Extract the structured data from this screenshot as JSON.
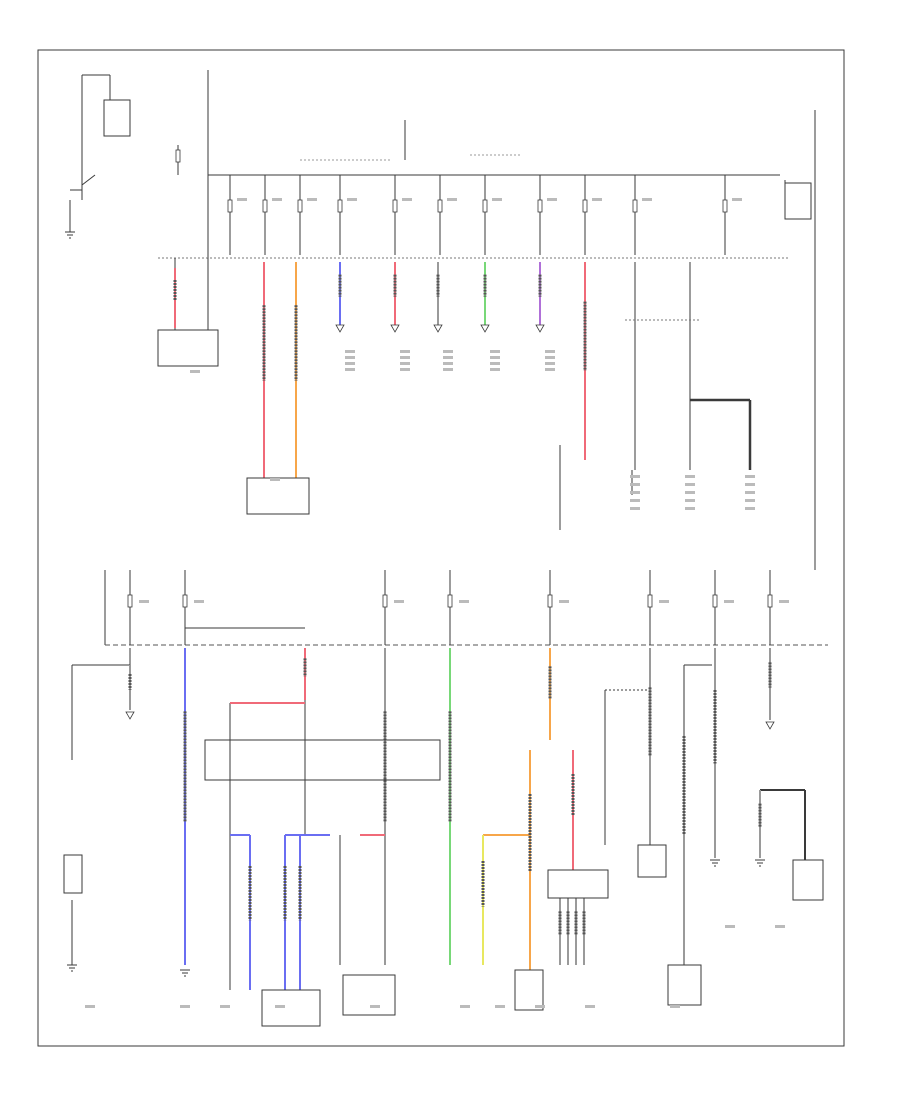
{
  "diagram": {
    "footer_code": "",
    "colors": {
      "line": "#3a3a3a",
      "wire_red": "#f06a78",
      "wire_orange": "#f7a64a",
      "wire_blue": "#6a6ef2",
      "wire_purple": "#b070d8",
      "wire_green": "#78d878",
      "wire_yellow": "#e8e860",
      "wire_gray": "#9a9a9a"
    },
    "components": [
      {
        "id": "battery",
        "label": ""
      },
      {
        "id": "starter-motor",
        "label": ""
      },
      {
        "id": "generator",
        "label": ""
      },
      {
        "id": "ipu-control-module",
        "label": ""
      },
      {
        "id": "fuse-relay-box",
        "label": ""
      },
      {
        "id": "relay-control-module",
        "label": ""
      },
      {
        "id": "junction-unit",
        "label": ""
      },
      {
        "id": "pgm-fi-main-relay",
        "label": ""
      },
      {
        "id": "ecm",
        "label": ""
      },
      {
        "id": "horn",
        "label": ""
      },
      {
        "id": "clutch-pedal-switch",
        "label": ""
      }
    ]
  }
}
